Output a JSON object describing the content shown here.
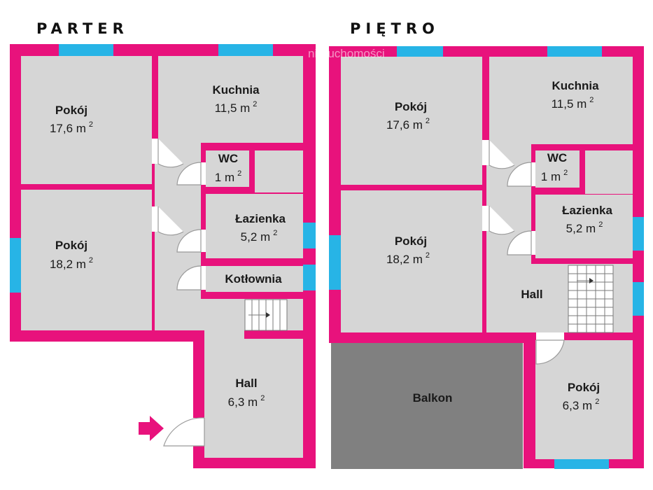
{
  "floors": {
    "ground": {
      "title": "PARTER",
      "rooms": {
        "pokoj_top": {
          "name": "Pokój",
          "area": "17,6 m",
          "sup": "2"
        },
        "pokoj_bottom": {
          "name": "Pokój",
          "area": "18,2 m",
          "sup": "2"
        },
        "kuchnia": {
          "name": "Kuchnia",
          "area": "11,5 m",
          "sup": "2"
        },
        "wc": {
          "name": "WC",
          "area": "1 m",
          "sup": "2"
        },
        "lazienka": {
          "name": "Łazienka",
          "area": "5,2 m",
          "sup": "2"
        },
        "kotlownia": {
          "name": "Kotłownia"
        },
        "hall": {
          "name": "Hall",
          "area": "6,3 m",
          "sup": "2"
        }
      }
    },
    "upper": {
      "title": "PIĘTRO",
      "rooms": {
        "pokoj_top": {
          "name": "Pokój",
          "area": "17,6 m",
          "sup": "2"
        },
        "pokoj_mid": {
          "name": "Pokój",
          "area": "18,2 m",
          "sup": "2"
        },
        "kuchnia": {
          "name": "Kuchnia",
          "area": "11,5 m",
          "sup": "2"
        },
        "wc": {
          "name": "WC",
          "area": "1 m",
          "sup": "2"
        },
        "lazienka": {
          "name": "Łazienka",
          "area": "5,2 m",
          "sup": "2"
        },
        "hall": {
          "name": "Hall"
        },
        "balkon": {
          "name": "Balkon"
        },
        "pokoj_small": {
          "name": "Pokój",
          "area": "6,3 m",
          "sup": "2"
        }
      }
    }
  },
  "watermark": "nieruchomości",
  "colors": {
    "wall": "#e8127c",
    "room": "#d6d6d6",
    "window": "#27b4e6",
    "balcony": "#808080",
    "entrance_arrow": "#e8127c"
  },
  "icons": {
    "entrance": "arrow-right-icon",
    "stairs": "stairs-icon",
    "door": "door-swing-icon"
  }
}
